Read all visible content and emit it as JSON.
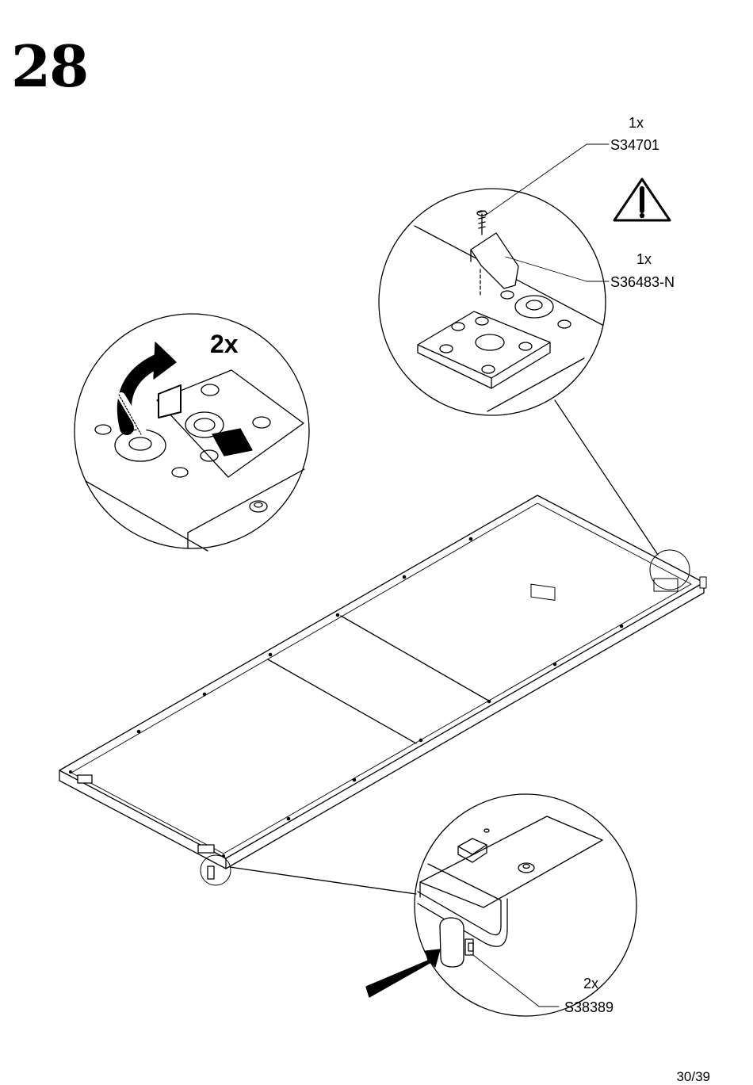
{
  "step": {
    "number": "28"
  },
  "parts": [
    {
      "qty": "1x",
      "code": "S34701"
    },
    {
      "qty": "1x",
      "code": "S36483-N"
    },
    {
      "qty": "2x",
      "code": "S38389"
    }
  ],
  "detail_left": {
    "qty": "2x"
  },
  "page": {
    "number": "30/39"
  }
}
